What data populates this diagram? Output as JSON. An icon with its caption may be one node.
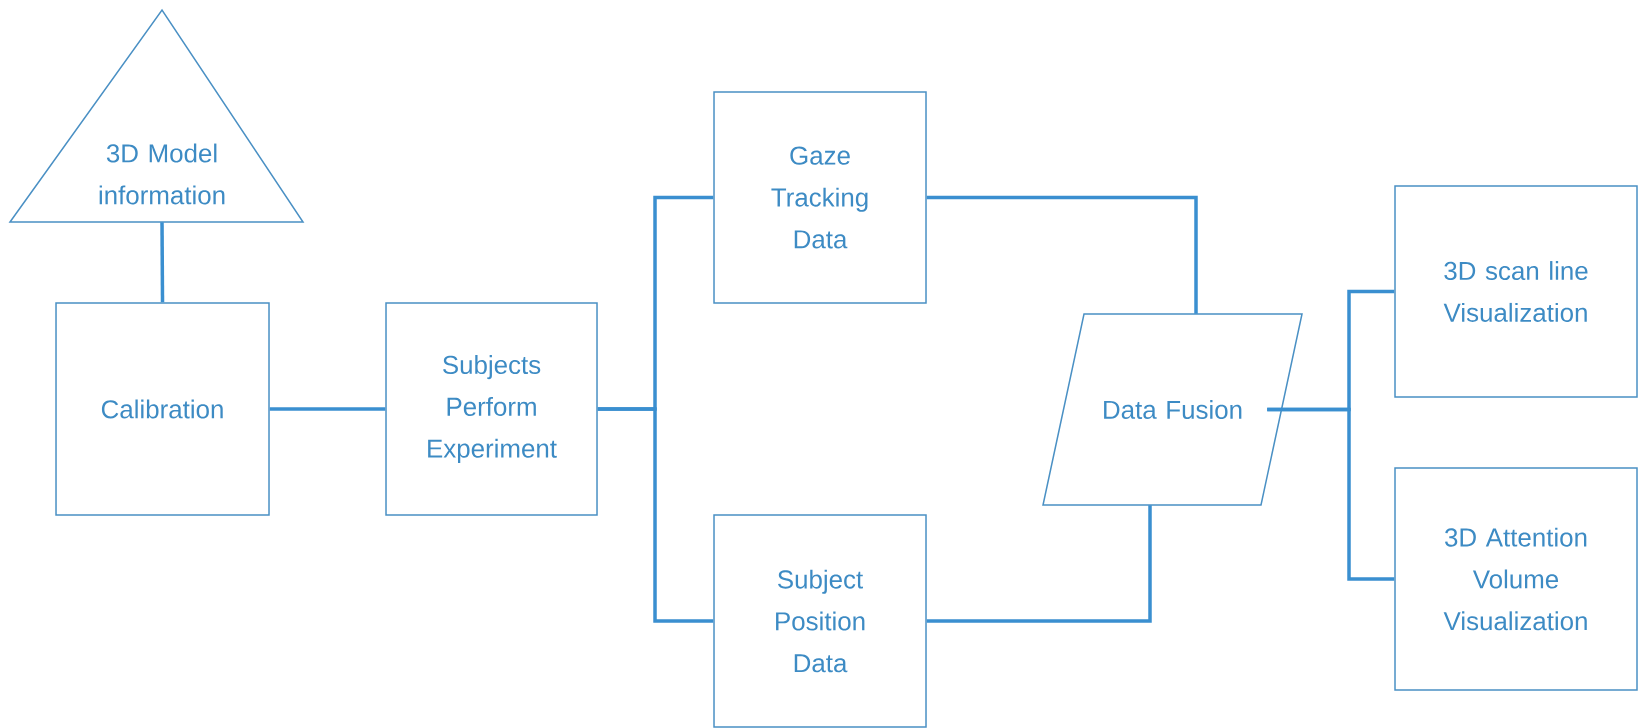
{
  "diagram": {
    "nodes": [
      {
        "text": [
          "3D Model information"
        ]
      },
      {
        "text": [
          "Calibration"
        ]
      },
      {
        "text": [
          "Subjects Perform Experiment"
        ]
      },
      {
        "text": [
          "Gaze Tracking Data"
        ]
      },
      {
        "text": [
          "Subject Position Data"
        ]
      },
      {
        "text": [
          "Data Fusion"
        ]
      },
      {
        "text": [
          "3D scan line Visualization"
        ]
      },
      {
        "text": [
          "3D Attention Volume Visualization"
        ]
      }
    ],
    "edges": [
      {
        "from": 0,
        "to": 1,
        "arrow": "none"
      },
      {
        "from": 1,
        "to": 2,
        "arrow": "none"
      },
      {
        "from": 2,
        "to": 3,
        "arrow": "none"
      },
      {
        "from": 2,
        "to": 4,
        "arrow": "none"
      },
      {
        "from": 3,
        "to": 5,
        "arrow": "none"
      },
      {
        "from": 4,
        "to": 5,
        "arrow": "none"
      },
      {
        "from": 5,
        "to": 6,
        "arrow": "none"
      },
      {
        "from": 5,
        "to": 7,
        "arrow": "none"
      }
    ]
  }
}
